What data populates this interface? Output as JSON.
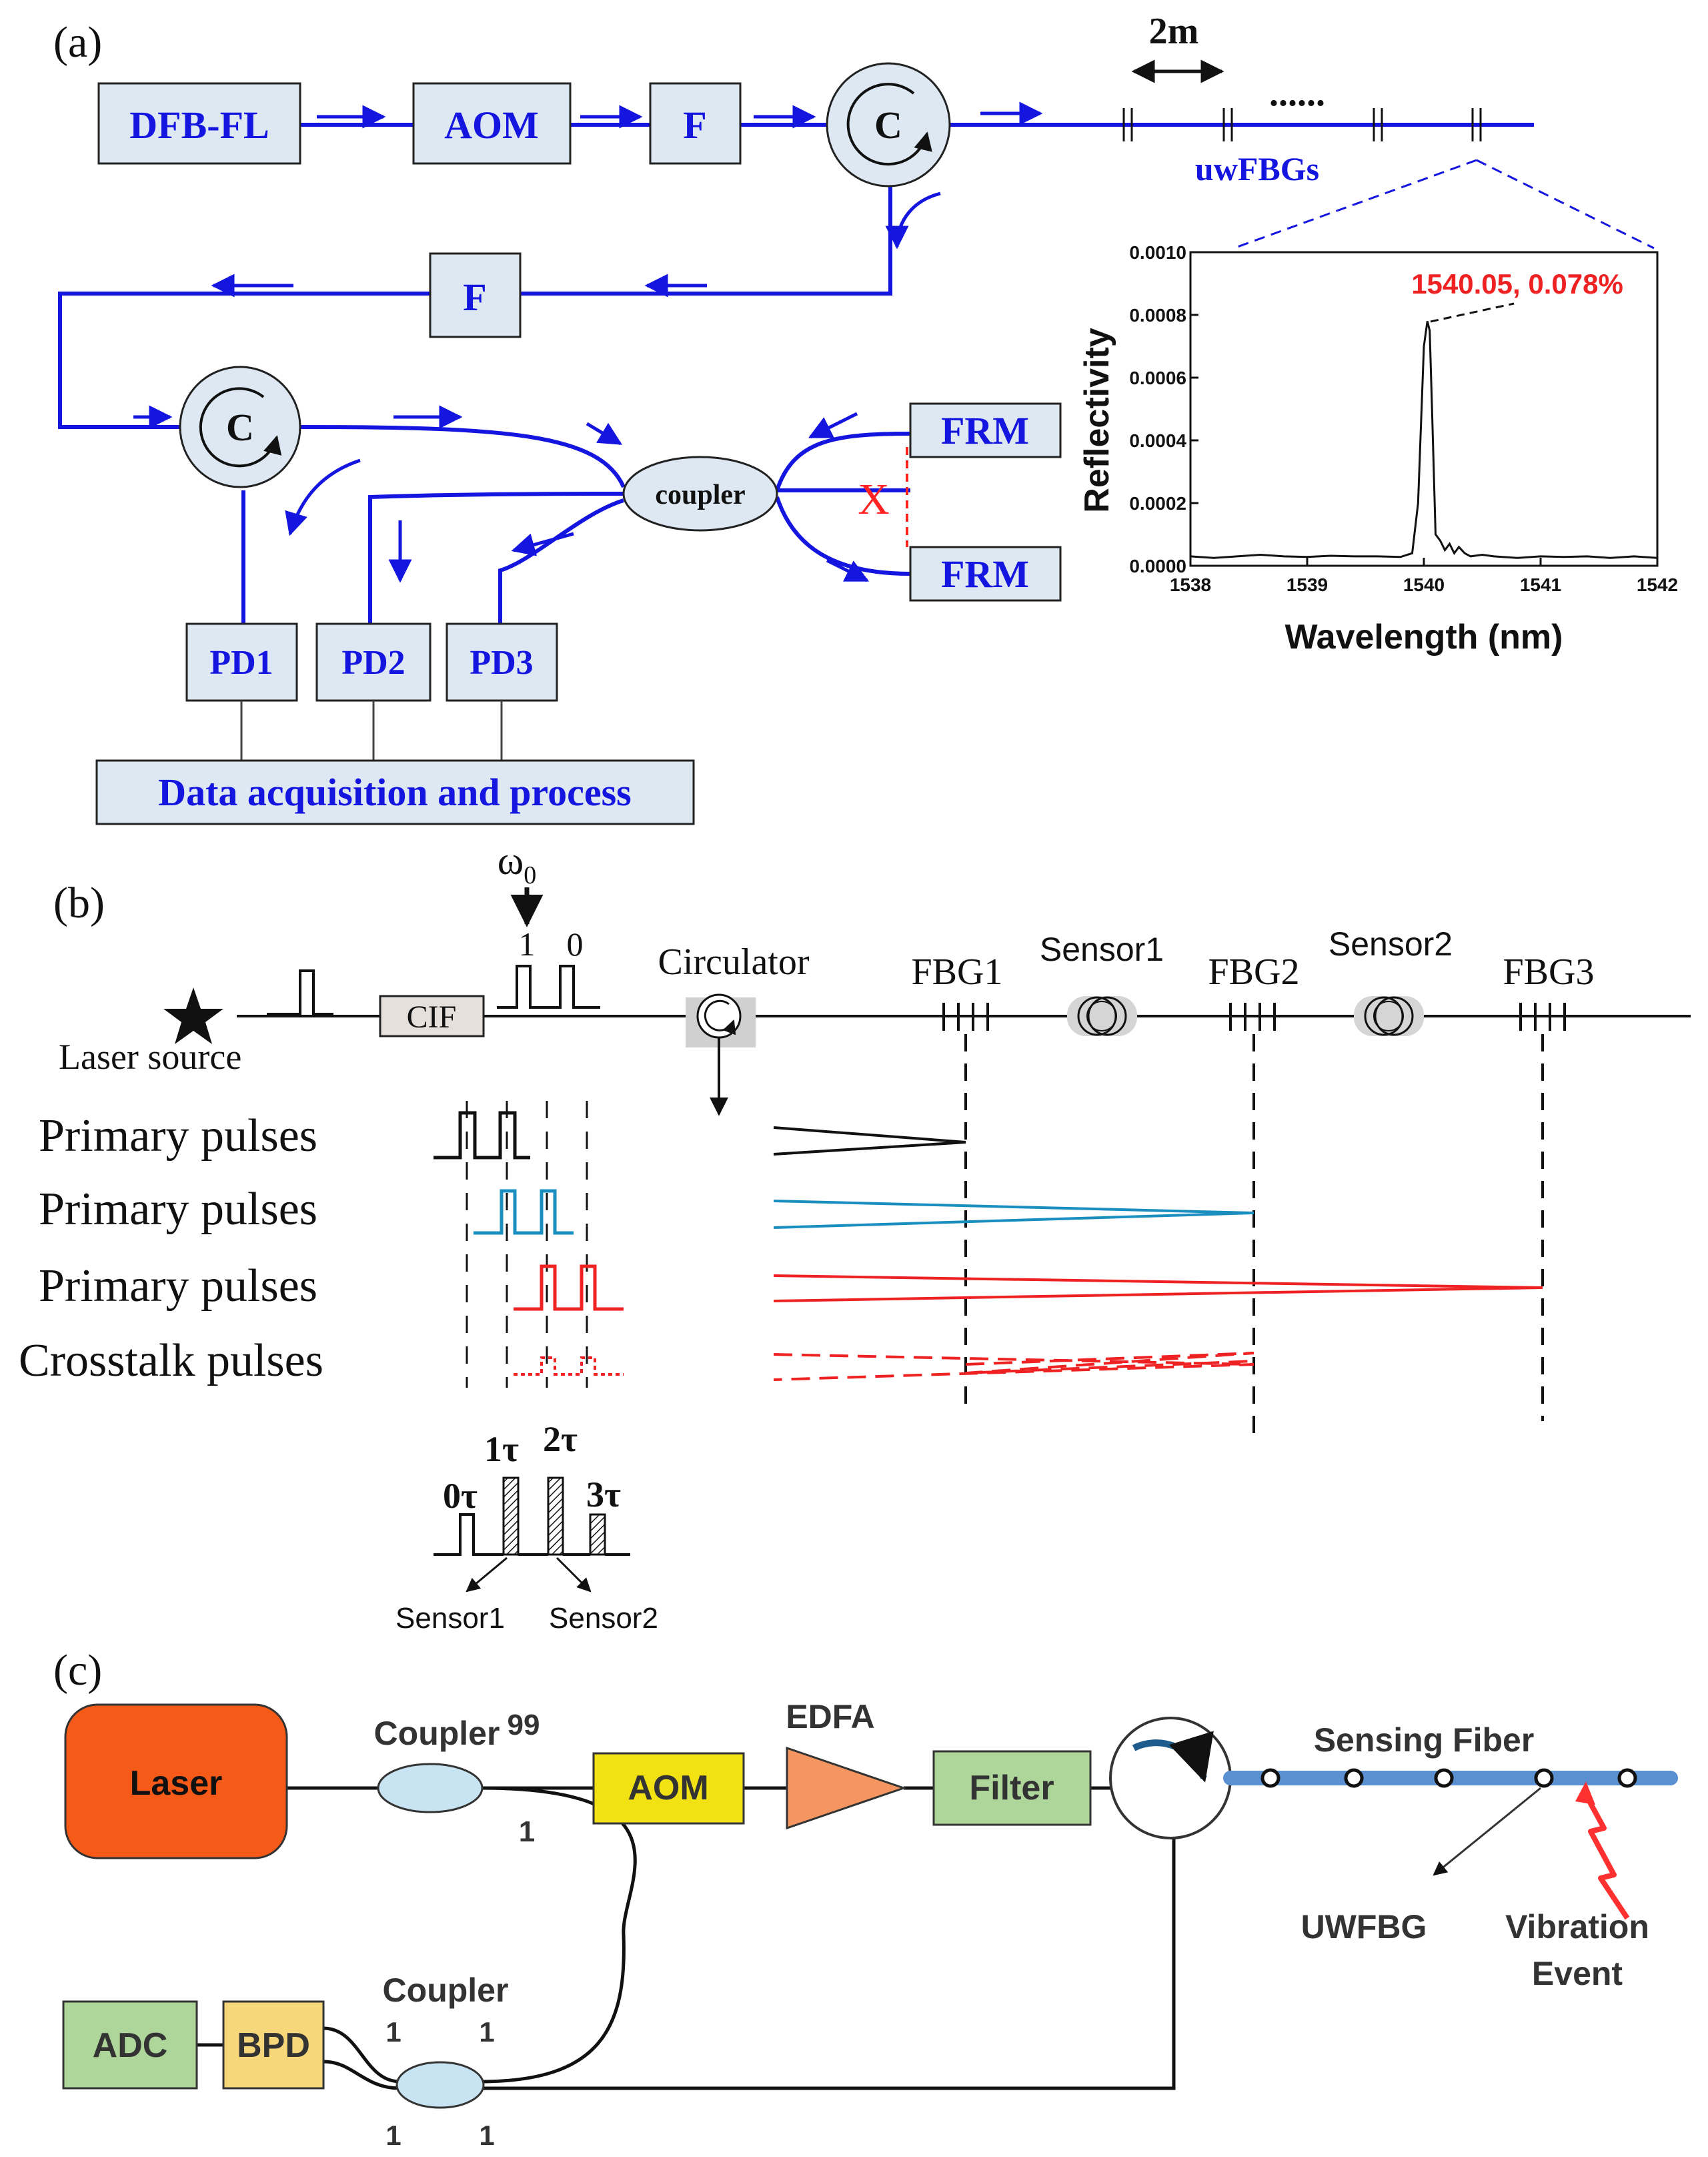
{
  "panels": {
    "a": {
      "label": "(a)",
      "boxes": {
        "dfb": "DFB-FL",
        "aom": "AOM",
        "f1": "F",
        "c1": "C",
        "f2": "F",
        "c2": "C",
        "coupler": "coupler",
        "frm1": "FRM",
        "frm2": "FRM",
        "pd1": "PD1",
        "pd2": "PD2",
        "pd3": "PD3",
        "daq": "Data acquisition and process"
      },
      "spacing": "2m",
      "dots": "......",
      "fbg_label": "uwFBGs",
      "x_mark": "X",
      "inset": {
        "annotation": "1540.05, 0.078%",
        "xlabel": "Wavelength (nm)",
        "ylabel": "Reflectivity"
      }
    },
    "b": {
      "label": "(b)",
      "omega": "ω",
      "omega_sub": "0",
      "bit1": "1",
      "bit0": "0",
      "laser": "Laser source",
      "cif": "CIF",
      "circulator": "Circulator",
      "fbg1": "FBG1",
      "fbg2": "FBG2",
      "fbg3": "FBG3",
      "sensor1": "Sensor1",
      "sensor2": "Sensor2",
      "rows": [
        "Primary pulses",
        "Primary pulses",
        "Primary pulses",
        "Crosstalk pulses"
      ],
      "taus": [
        "0τ",
        "1τ",
        "2τ",
        "3τ"
      ],
      "sens_lbl1": "Sensor1",
      "sens_lbl2": "Sensor2"
    },
    "c": {
      "label": "(c)",
      "laser": "Laser",
      "coupler_top": "Coupler",
      "ratio99": "99",
      "ratio1": "1",
      "aom": "AOM",
      "edfa": "EDFA",
      "filter": "Filter",
      "sensing": "Sensing Fiber",
      "adc": "ADC",
      "bpd": "BPD",
      "coupler_bot": "Coupler",
      "port_labels": [
        "1",
        "1",
        "1",
        "1"
      ],
      "uwfbg": "UWFBG",
      "vib1": "Vibration",
      "vib2": "Event"
    }
  },
  "chart_data": {
    "type": "line",
    "xlabel": "Wavelength (nm)",
    "ylabel": "Reflectivity",
    "xlim": [
      1538,
      1542
    ],
    "ylim": [
      0,
      0.001
    ],
    "xticks": [
      "1538",
      "1539",
      "1540",
      "1541",
      "1542"
    ],
    "yticks": [
      "0.0000",
      "0.0002",
      "0.0004",
      "0.0006",
      "0.0008",
      "0.0010"
    ],
    "peak_annotation": "1540.05, 0.078%",
    "series": [
      {
        "x": [
          1538.0,
          1538.2,
          1538.4,
          1538.6,
          1538.8,
          1539.0,
          1539.2,
          1539.4,
          1539.6,
          1539.8,
          1539.9,
          1539.95,
          1540.0,
          1540.03,
          1540.05,
          1540.07,
          1540.1,
          1540.14,
          1540.18,
          1540.22,
          1540.26,
          1540.3,
          1540.35,
          1540.4,
          1540.5,
          1540.6,
          1540.8,
          1541.0,
          1541.2,
          1541.4,
          1541.6,
          1541.8,
          1542.0
        ],
        "y": [
          3e-05,
          2.5e-05,
          3e-05,
          3.5e-05,
          3e-05,
          2.8e-05,
          3.2e-05,
          3e-05,
          3e-05,
          2.8e-05,
          4e-05,
          0.0002,
          0.0007,
          0.00078,
          0.00075,
          0.0005,
          0.0001,
          8e-05,
          5e-05,
          7e-05,
          4e-05,
          6e-05,
          4e-05,
          3e-05,
          3.5e-05,
          3e-05,
          2.5e-05,
          3e-05,
          2.8e-05,
          3e-05,
          2.5e-05,
          3e-05,
          2.5e-05
        ]
      }
    ]
  }
}
